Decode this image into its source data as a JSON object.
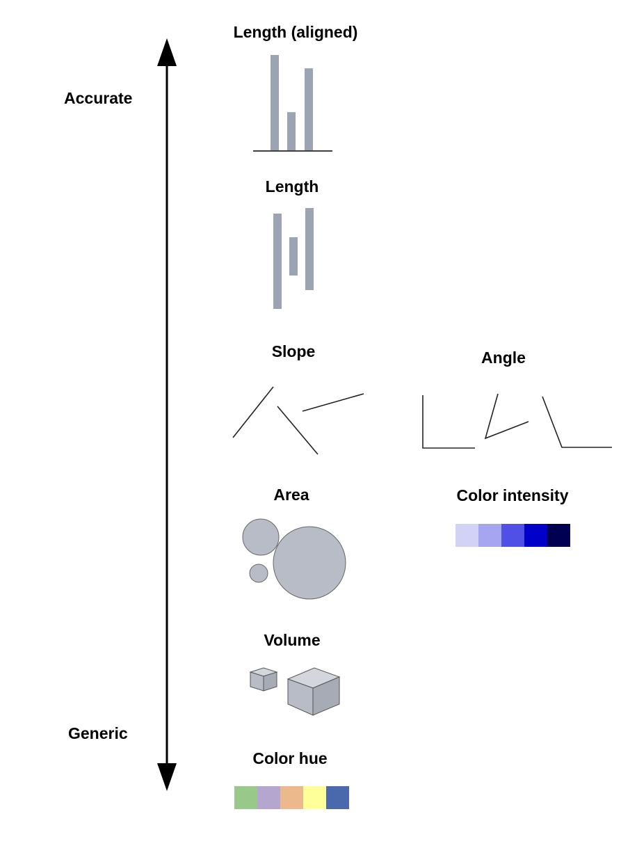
{
  "scale": {
    "top_label": "Accurate",
    "bottom_label": "Generic"
  },
  "channels": {
    "length_aligned": {
      "title": "Length (aligned)",
      "values": [
        1.0,
        0.4,
        0.86
      ]
    },
    "length": {
      "title": "Length"
    },
    "slope": {
      "title": "Slope"
    },
    "angle": {
      "title": "Angle"
    },
    "area": {
      "title": "Area"
    },
    "color_intensity": {
      "title": "Color intensity",
      "swatches": [
        "#d2d2f6",
        "#a5a5f0",
        "#5050e6",
        "#0000c8",
        "#000050"
      ]
    },
    "volume": {
      "title": "Volume"
    },
    "color_hue": {
      "title": "Color hue",
      "swatches": [
        "#99c98a",
        "#b4a6cf",
        "#ecb98c",
        "#ffff99",
        "#4a68ac"
      ]
    }
  },
  "colors": {
    "shape_fill": "#9ca3b2",
    "circle_fill": "#b8bcc6",
    "cube_top": "#d3d6dc",
    "cube_front": "#b8bcc6",
    "cube_side": "#a6abb6"
  }
}
